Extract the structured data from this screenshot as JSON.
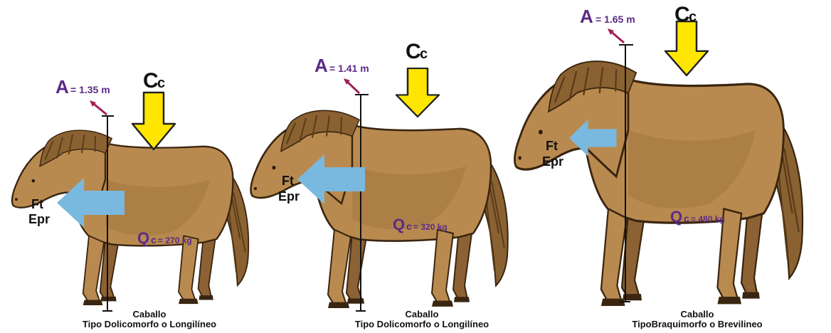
{
  "colors": {
    "coat": "#b98a4f",
    "coat_dark": "#7a5228",
    "mane": "#8a6232",
    "outline": "#3a2510",
    "label": "#5b2a86",
    "yellow_arrow": "#ffe600",
    "blue_arrow": "#7ab9df",
    "pointer": "#a0205a"
  },
  "icons": [
    "horse-illustration",
    "load-arrow-icon",
    "traction-arrow-icon",
    "height-pointer-icon"
  ],
  "horses": [
    {
      "height_letter": "A",
      "height_value": "= 1.35 m",
      "load_letter": "C",
      "load_sub": "c",
      "force_line1": "Ft",
      "force_line2": "Epr",
      "weight_letter": "Q",
      "weight_sub": "c",
      "weight_value": "= 270 kg",
      "caption_line1": "Caballo",
      "caption_line2": "Tipo Dolicomorfo o Longilíneo"
    },
    {
      "height_letter": "A",
      "height_value": "= 1.41 m",
      "load_letter": "C",
      "load_sub": "c",
      "force_line1": "Ft",
      "force_line2": "Epr",
      "weight_letter": "Q",
      "weight_sub": "c",
      "weight_value": "= 320 kg",
      "caption_line1": "Caballo",
      "caption_line2": "Tipo Dolicomorfo o Longilíneo"
    },
    {
      "height_letter": "A",
      "height_value": "= 1.65 m",
      "load_letter": "C",
      "load_sub": "c",
      "force_line1": "Ft",
      "force_line2": "Epr",
      "weight_letter": "Q",
      "weight_sub": "c",
      "weight_value": "= 480 kg",
      "caption_line1": "Caballo",
      "caption_line2": "TipoBraquimorfo o Brevilineo"
    }
  ]
}
